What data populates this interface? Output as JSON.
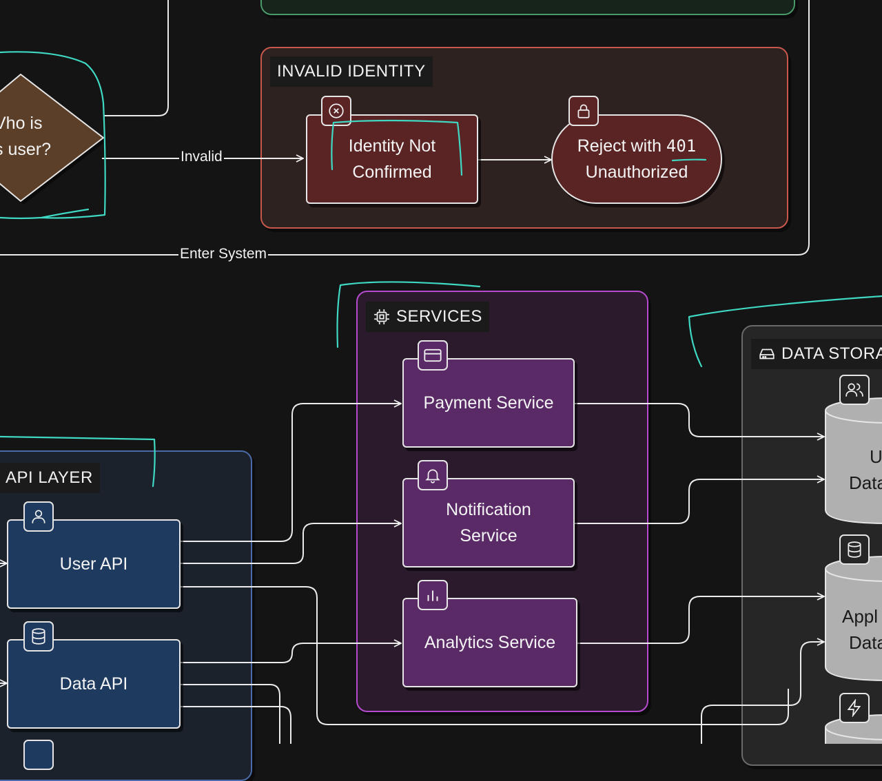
{
  "groups": {
    "invalid_identity": {
      "label": "INVALID IDENTITY",
      "color": "#c8584c"
    },
    "services": {
      "label": "SERVICES",
      "color": "#b64bd0"
    },
    "data_storage": {
      "label": "DATA STORA",
      "color": "#6a6a6a"
    },
    "api_layer": {
      "label": "API LAYER",
      "color": "#4a6aa8"
    }
  },
  "decision": {
    "line1": "Vho is",
    "line2": "s user?"
  },
  "edges": {
    "invalid": "Invalid",
    "enter_system": "Enter System"
  },
  "nodes": {
    "identity_not_confirmed": {
      "line1": "Identity Not",
      "line2": "Confirmed",
      "icon": "circle-x-icon"
    },
    "reject_401": {
      "line1_prefix": "Reject with ",
      "line1_code": "401",
      "line2": "Unauthorized",
      "icon": "lock-icon"
    },
    "payment_service": {
      "label": "Payment Service",
      "icon": "credit-card-icon"
    },
    "notification_service": {
      "line1": "Notification",
      "line2": "Service",
      "icon": "bell-icon"
    },
    "analytics_service": {
      "label": "Analytics Service",
      "icon": "bar-chart-icon"
    },
    "user_api": {
      "label": "User API",
      "icon": "user-icon"
    },
    "data_api": {
      "label": "Data API",
      "icon": "database-icon"
    }
  },
  "storage": {
    "users_db": {
      "line1": "U",
      "line2": "Data",
      "icon": "users-icon"
    },
    "app_db": {
      "line1": "Appl",
      "line2": "Data",
      "icon": "database-icon"
    },
    "cache": {
      "icon": "zap-icon"
    }
  },
  "colors": {
    "background": "#141414",
    "invalid_fill": "#5a2324",
    "decision_fill": "#5c3f28",
    "service_fill": "#5a2a66",
    "api_fill": "#1f3a5f",
    "storage_fill": "#b0b0b0",
    "annotation": "#3fd9c3"
  }
}
